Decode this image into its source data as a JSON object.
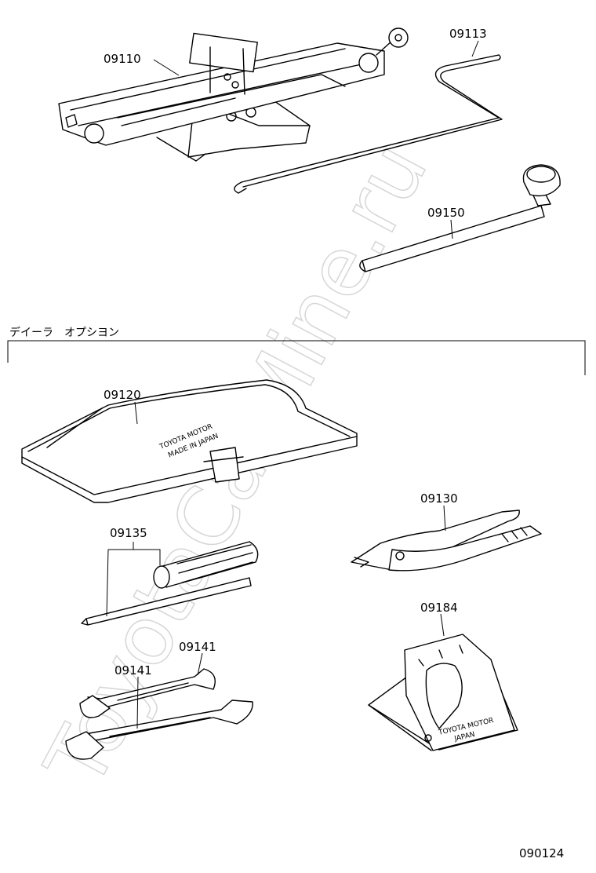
{
  "watermark": "ToyotaCarMine.ru",
  "section_header": "デイーラ　オプシヨン",
  "figure_number": "090124",
  "parts": [
    {
      "id": "jack",
      "number": "09110"
    },
    {
      "id": "jack-handle",
      "number": "09113"
    },
    {
      "id": "wheel-wrench",
      "number": "09150"
    },
    {
      "id": "tool-bag",
      "number": "09120"
    },
    {
      "id": "pliers",
      "number": "09130"
    },
    {
      "id": "screwdriver",
      "number": "09135"
    },
    {
      "id": "wrench-small",
      "number": "09141"
    },
    {
      "id": "wrench-large",
      "number": "09141"
    },
    {
      "id": "wheel-chock",
      "number": "09184"
    }
  ],
  "stamps": {
    "tool_bag": [
      "TOYOTA MOTOR",
      "MADE IN JAPAN"
    ],
    "wheel_chock": [
      "TOYOTA MOTOR",
      "JAPAN"
    ]
  }
}
